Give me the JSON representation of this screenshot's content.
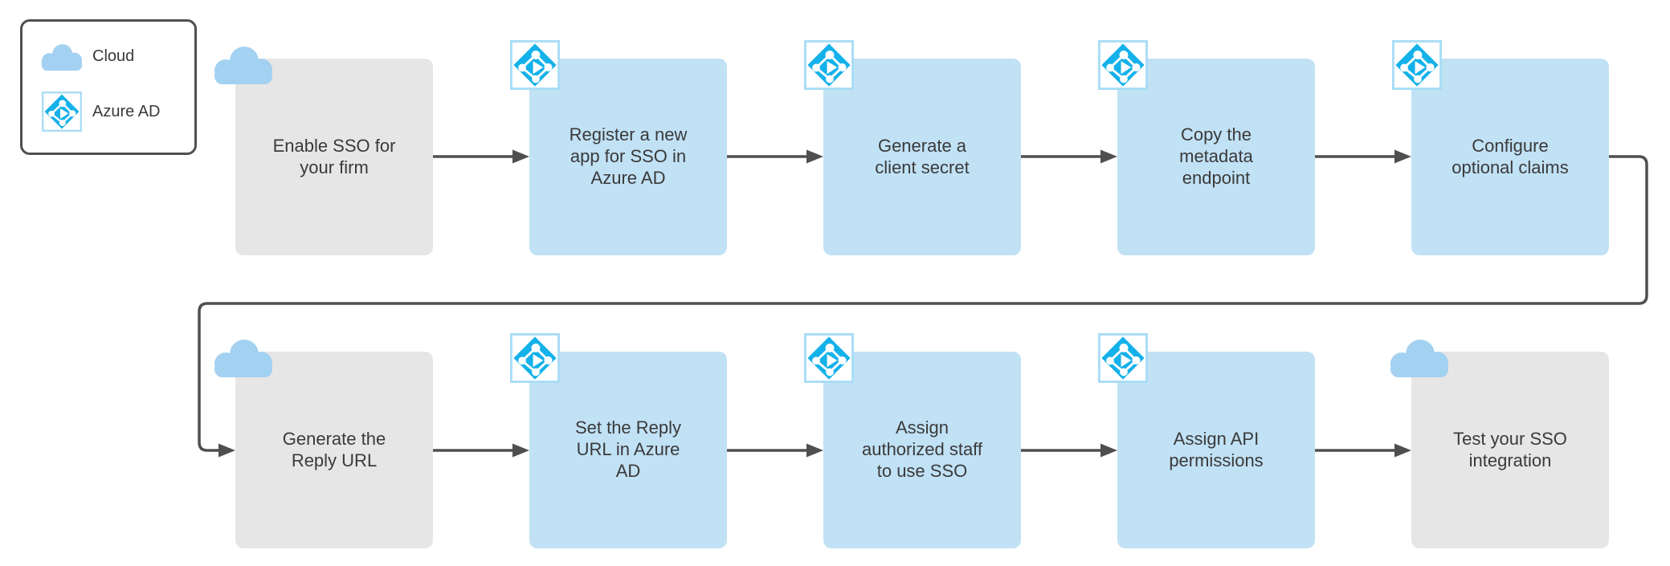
{
  "diagram": {
    "legend": {
      "items": [
        {
          "icon": "cloud-icon",
          "label": "Cloud"
        },
        {
          "icon": "azure-ad-icon",
          "label": "Azure AD"
        }
      ]
    },
    "nodes": [
      {
        "id": "enable-sso",
        "label": "Enable SSO for\nyour firm",
        "icon": "cloud-icon",
        "style": "gray"
      },
      {
        "id": "register-app",
        "label": "Register a new\napp for SSO in\nAzure AD",
        "icon": "azure-ad-icon",
        "style": "blue"
      },
      {
        "id": "client-secret",
        "label": "Generate a\nclient secret",
        "icon": "azure-ad-icon",
        "style": "blue"
      },
      {
        "id": "metadata-endpoint",
        "label": "Copy the\nmetadata\nendpoint",
        "icon": "azure-ad-icon",
        "style": "blue"
      },
      {
        "id": "optional-claims",
        "label": "Configure\noptional claims",
        "icon": "azure-ad-icon",
        "style": "blue"
      },
      {
        "id": "generate-reply-url",
        "label": "Generate the\nReply URL",
        "icon": "cloud-icon",
        "style": "gray"
      },
      {
        "id": "set-reply-url",
        "label": "Set the Reply\nURL in Azure\nAD",
        "icon": "azure-ad-icon",
        "style": "blue"
      },
      {
        "id": "assign-staff",
        "label": "Assign\nauthorized staff\nto use SSO",
        "icon": "azure-ad-icon",
        "style": "blue"
      },
      {
        "id": "api-permissions",
        "label": "Assign API\npermissions",
        "icon": "azure-ad-icon",
        "style": "blue"
      },
      {
        "id": "test-sso",
        "label": "Test your SSO\nintegration",
        "icon": "cloud-icon",
        "style": "gray"
      }
    ],
    "colors": {
      "node_blue": "#c1e1f5",
      "node_gray": "#e6e6e6",
      "cloud_icon_blue": "#a3d1f1",
      "azure_icon_cyan": "#14b1ea",
      "azure_icon_border": "#a9ddf5",
      "connector_gray": "#4f4f4f",
      "text_gray": "#3a3a3a"
    }
  }
}
